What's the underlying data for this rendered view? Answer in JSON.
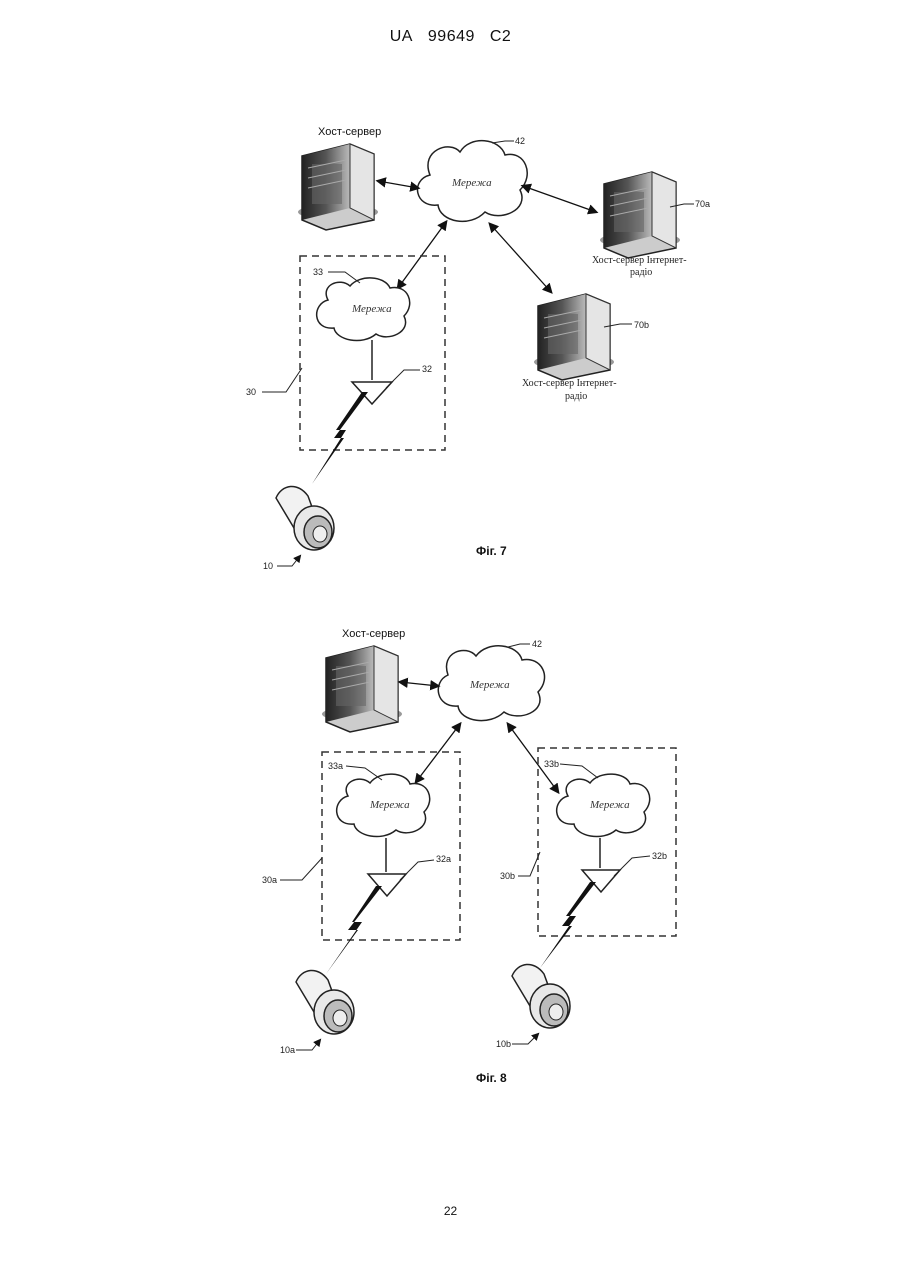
{
  "header": {
    "country": "UA",
    "number": "99649",
    "kind": "C2"
  },
  "page_number": "22",
  "fig7": {
    "caption": "Фіг. 7",
    "host_server_label": "Хост-сервер",
    "network_cloud_label": "Мережа",
    "network_ref": "42",
    "local_network_label": "Мережа",
    "local_network_ref": "33",
    "system_ref": "30",
    "antenna_ref": "32",
    "device_ref": "10",
    "radio_server_a_ref": "70a",
    "radio_server_a_label_1": "Хост-сервер Інтернет-",
    "radio_server_a_label_2": "радіо",
    "radio_server_b_ref": "70b",
    "radio_server_b_label_1": "Хост-сервер Інтернет-",
    "radio_server_b_label_2": "радіо"
  },
  "fig8": {
    "caption": "Фіг. 8",
    "host_server_label": "Хост-сервер",
    "network_cloud_label": "Мережа",
    "network_ref": "42",
    "local_a_label": "Мережа",
    "local_a_ref": "33a",
    "local_b_label": "Мережа",
    "local_b_ref": "33b",
    "system_a_ref": "30a",
    "system_b_ref": "30b",
    "antenna_a_ref": "32a",
    "antenna_b_ref": "32b",
    "device_a_ref": "10a",
    "device_b_ref": "10b"
  }
}
